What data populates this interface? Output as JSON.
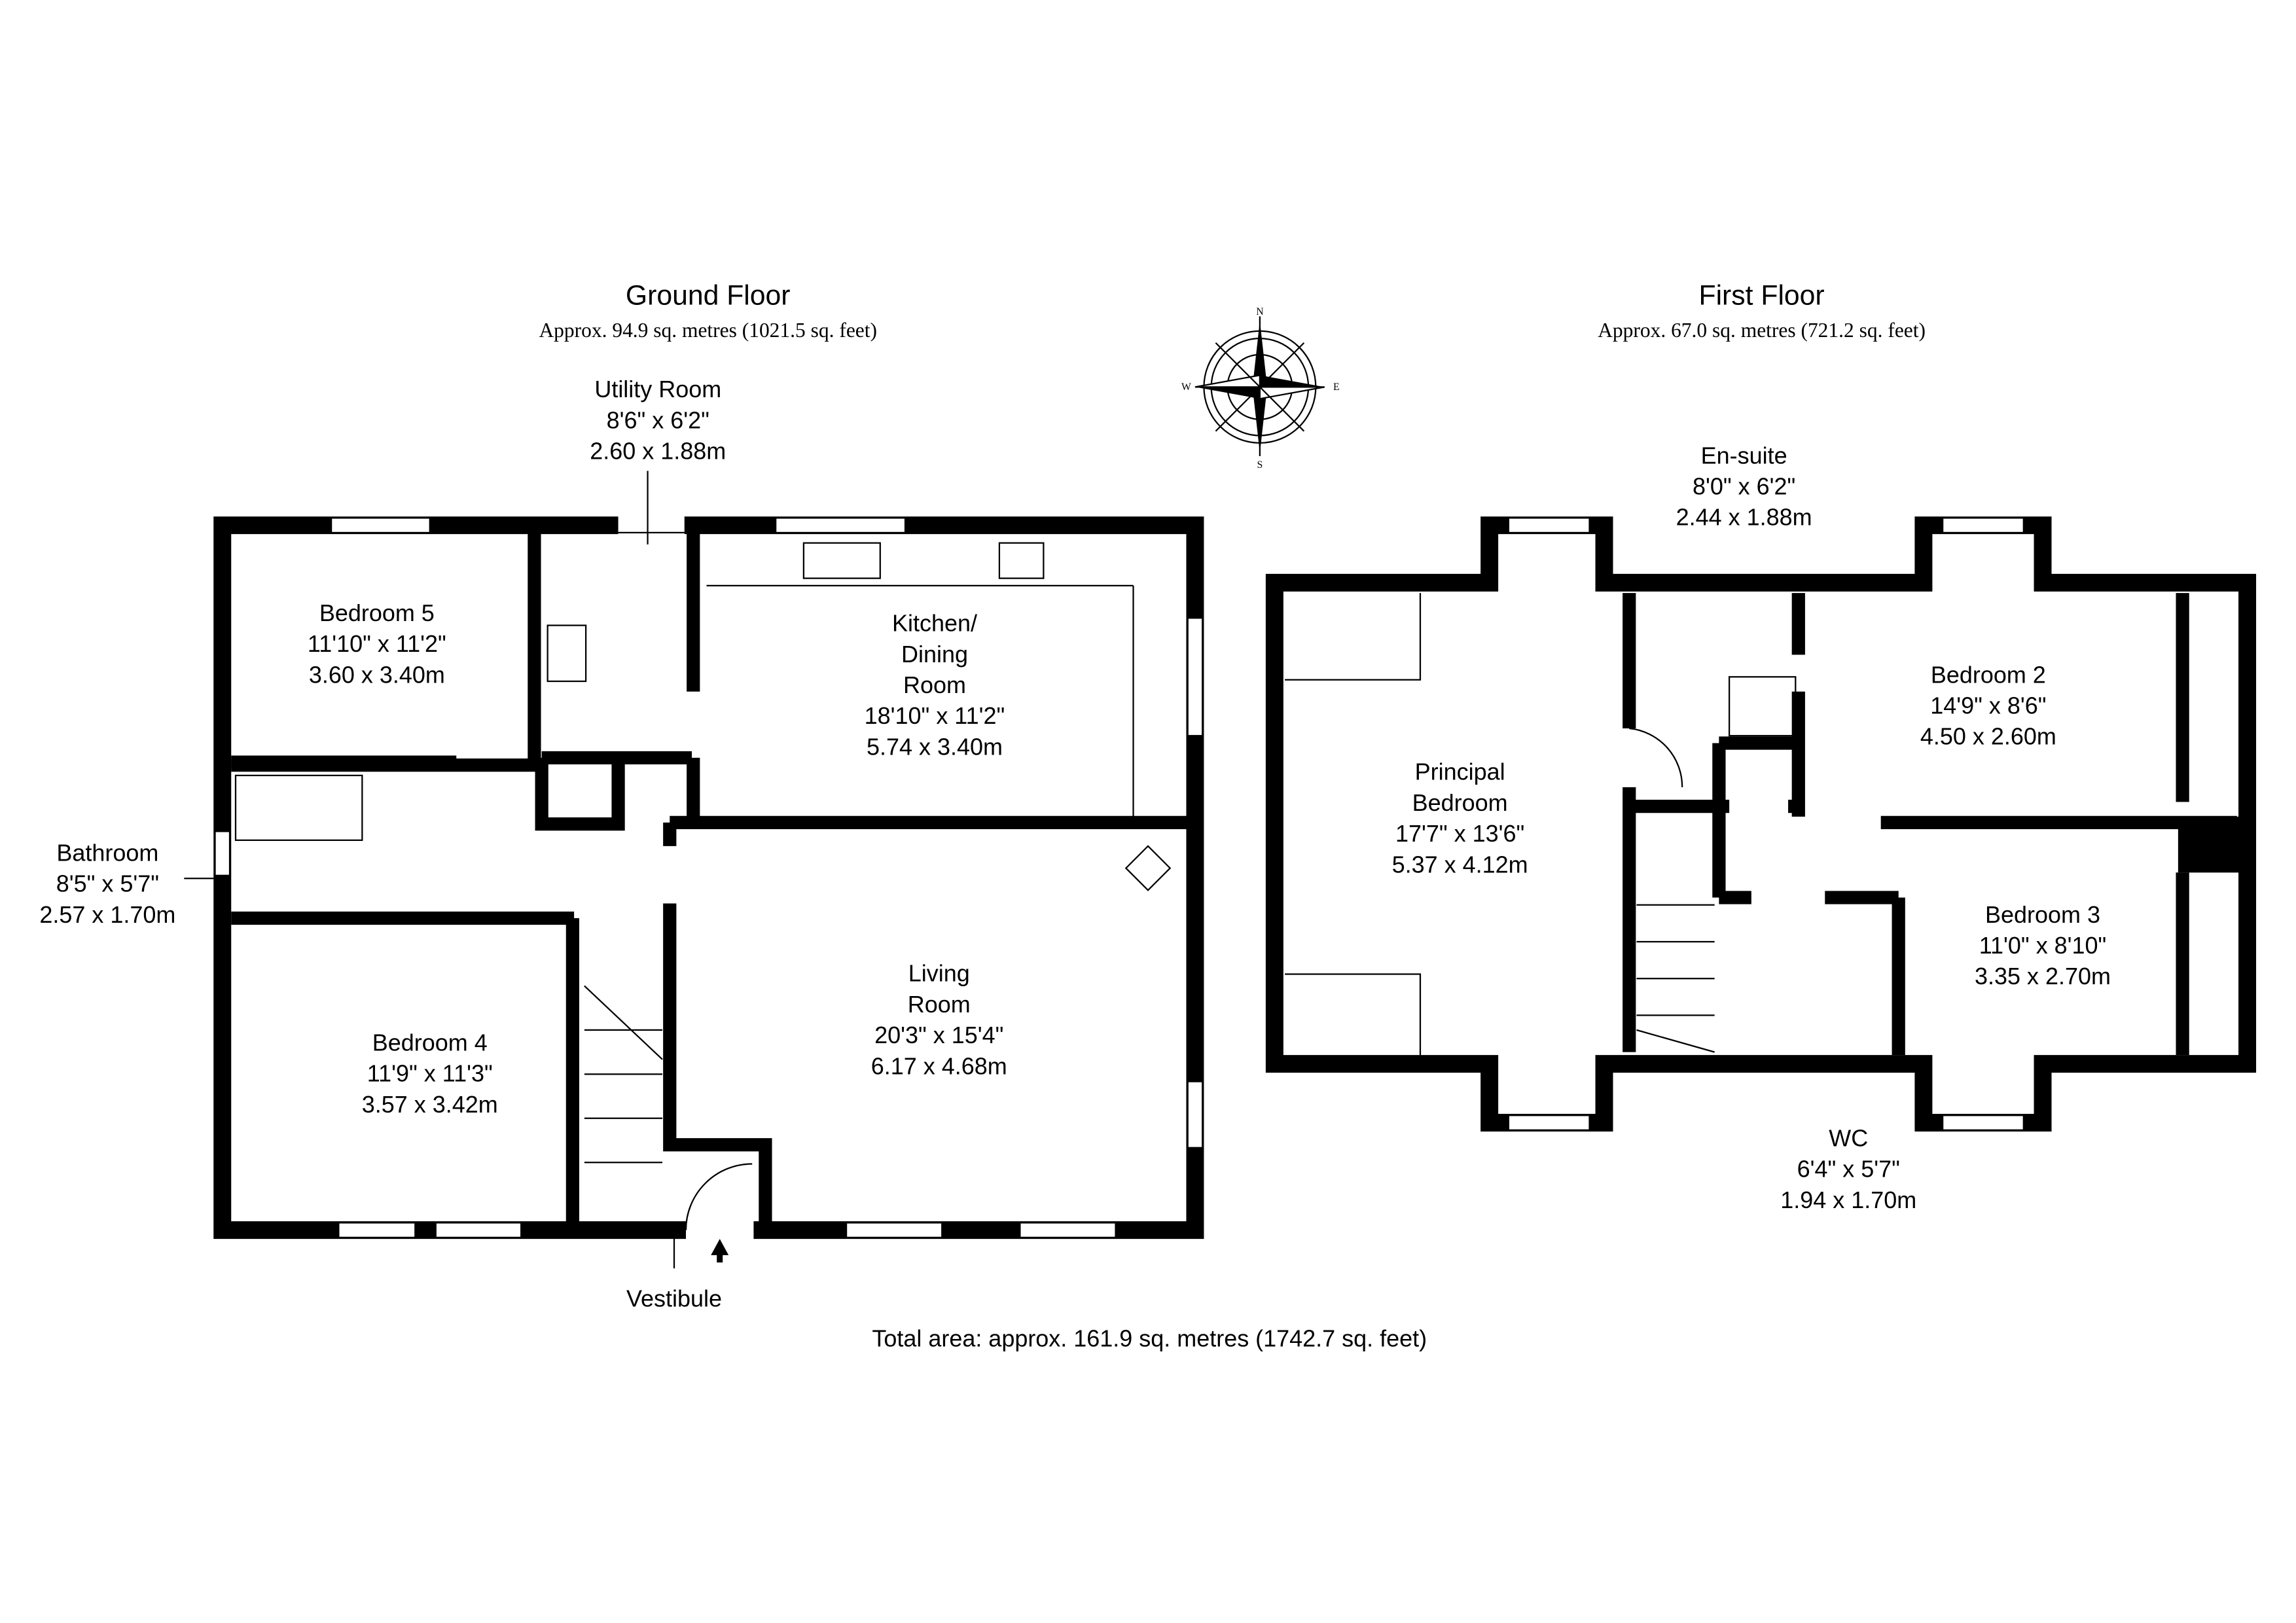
{
  "ground_floor": {
    "title": "Ground Floor",
    "area": "Approx. 94.9 sq. metres (1021.5 sq. feet)",
    "rooms": [
      {
        "name": "Utility Room",
        "imperial": "8'6\" x 6'2\"",
        "metric": "2.60 x 1.88m"
      },
      {
        "name": "Bedroom 5",
        "imperial": "11'10\" x 11'2\"",
        "metric": "3.60 x 3.40m"
      },
      {
        "name_lines": [
          "Kitchen/",
          "Dining",
          "Room"
        ],
        "imperial": "18'10\" x 11'2\"",
        "metric": "5.74 x 3.40m"
      },
      {
        "name": "Bathroom",
        "imperial": "8'5\" x 5'7\"",
        "metric": "2.57 x 1.70m"
      },
      {
        "name": "Bedroom 4",
        "imperial": "11'9\" x 11'3\"",
        "metric": "3.57 x 3.42m"
      },
      {
        "name_lines": [
          "Living",
          "Room"
        ],
        "imperial": "20'3\" x 15'4\"",
        "metric": "6.17 x 4.68m"
      },
      {
        "name": "Vestibule"
      }
    ]
  },
  "first_floor": {
    "title": "First Floor",
    "area": "Approx. 67.0 sq. metres (721.2 sq. feet)",
    "rooms": [
      {
        "name": "En-suite",
        "imperial": "8'0\" x 6'2\"",
        "metric": "2.44 x 1.88m"
      },
      {
        "name_lines": [
          "Principal",
          "Bedroom"
        ],
        "imperial": "17'7\" x 13'6\"",
        "metric": "5.37 x 4.12m"
      },
      {
        "name": "Bedroom 2",
        "imperial": "14'9\" x 8'6\"",
        "metric": "4.50 x 2.60m"
      },
      {
        "name": "Bedroom 3",
        "imperial": "11'0\" x 8'10\"",
        "metric": "3.35 x 2.70m"
      },
      {
        "name": "WC",
        "imperial": "6'4\" x 5'7\"",
        "metric": "1.94 x 1.70m"
      }
    ]
  },
  "compass": {
    "n": "N",
    "s": "S",
    "e": "E",
    "w": "W"
  },
  "total_area": "Total area: approx. 161.9 sq. metres (1742.7 sq. feet)"
}
